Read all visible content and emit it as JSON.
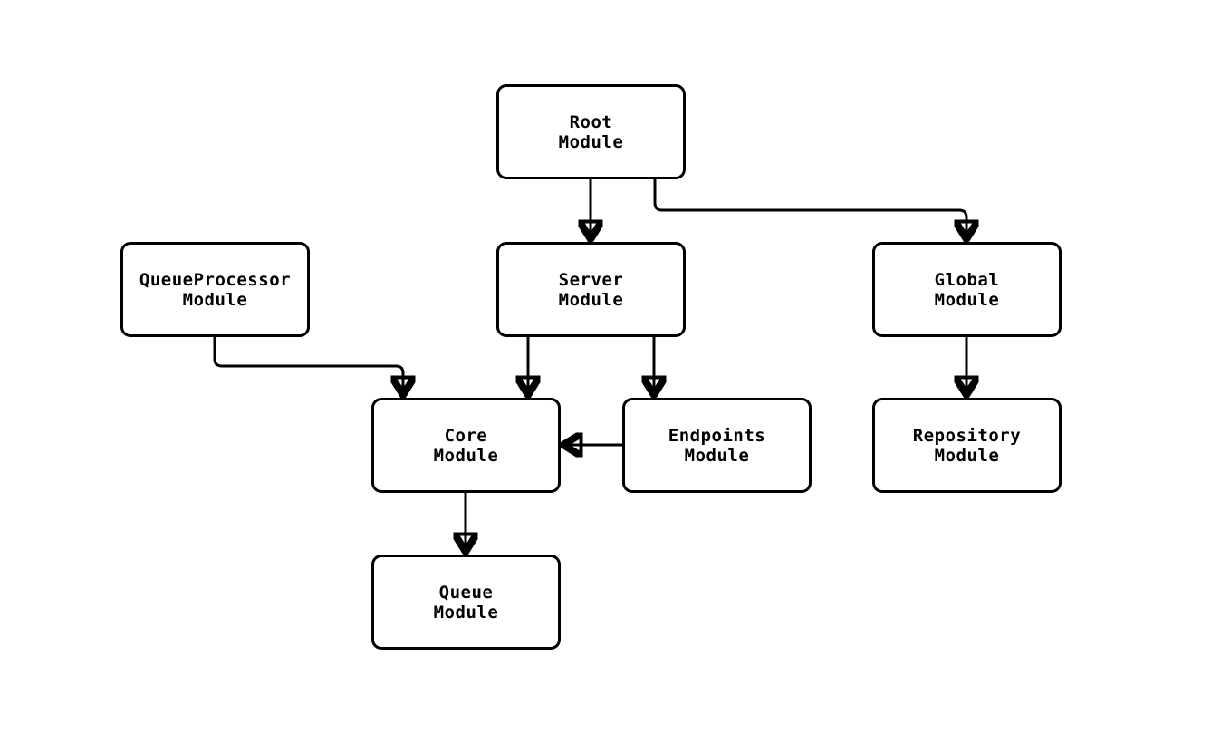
{
  "diagram": {
    "type": "module-dependency-graph",
    "nodes": {
      "root": {
        "line1": "Root",
        "line2": "Module"
      },
      "queueProcessor": {
        "line1": "QueueProcessor",
        "line2": "Module"
      },
      "server": {
        "line1": "Server",
        "line2": "Module"
      },
      "global": {
        "line1": "Global",
        "line2": "Module"
      },
      "core": {
        "line1": "Core",
        "line2": "Module"
      },
      "endpoints": {
        "line1": "Endpoints",
        "line2": "Module"
      },
      "repository": {
        "line1": "Repository",
        "line2": "Module"
      },
      "queue": {
        "line1": "Queue",
        "line2": "Module"
      }
    },
    "edges": [
      {
        "from": "Root Module",
        "to": "Server Module"
      },
      {
        "from": "Root Module",
        "to": "Global Module"
      },
      {
        "from": "QueueProcessor Module",
        "to": "Core Module"
      },
      {
        "from": "Server Module",
        "to": "Core Module"
      },
      {
        "from": "Server Module",
        "to": "Endpoints Module"
      },
      {
        "from": "Endpoints Module",
        "to": "Core Module"
      },
      {
        "from": "Global Module",
        "to": "Repository Module"
      },
      {
        "from": "Core Module",
        "to": "Queue Module"
      }
    ],
    "colors": {
      "stroke": "#000000",
      "node_fill": "#ffffff",
      "background": "#ffffff"
    }
  }
}
